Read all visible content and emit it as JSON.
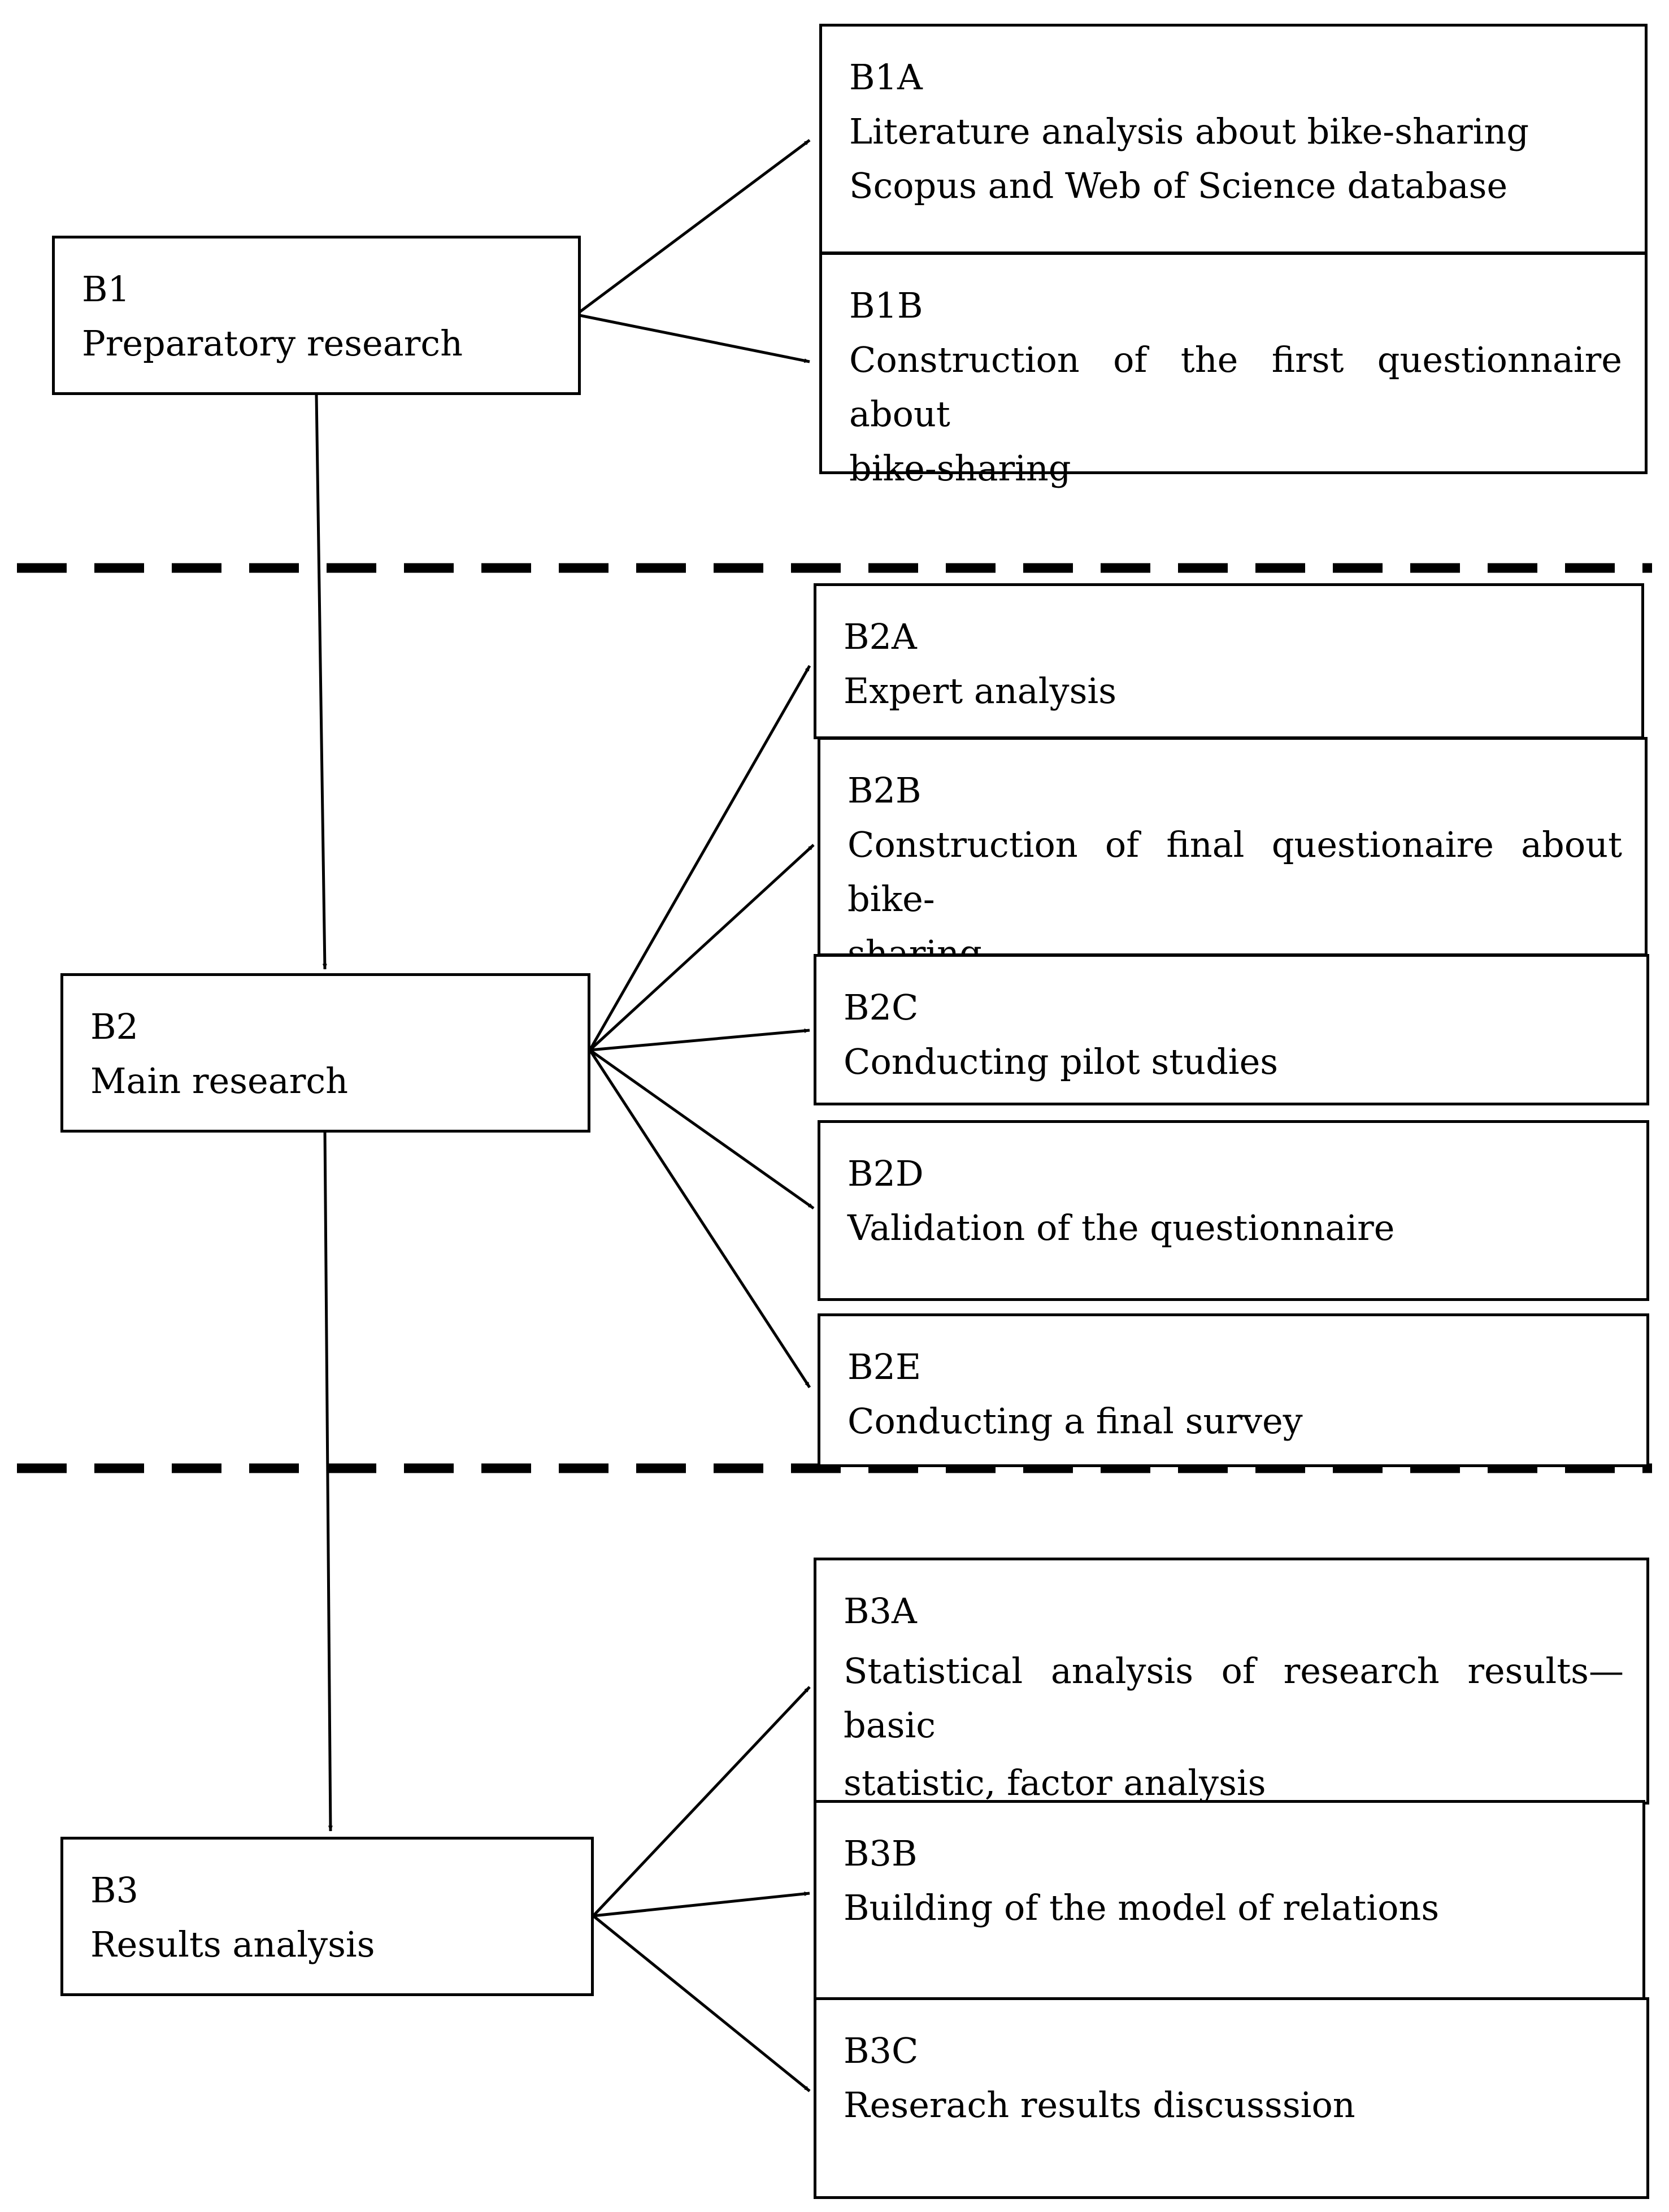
{
  "phases": [
    {
      "main": {
        "code": "B1",
        "title": "Preparatory research"
      },
      "steps": [
        {
          "code": "B1A",
          "lines": [
            "Literature analysis about bike-sharing",
            "Scopus and Web of Science database"
          ]
        },
        {
          "code": "B1B",
          "lines": [
            "Construction of the first questionnaire about",
            "bike-sharing"
          ]
        }
      ]
    },
    {
      "main": {
        "code": "B2",
        "title": "Main research"
      },
      "steps": [
        {
          "code": "B2A",
          "lines": [
            "Expert analysis"
          ]
        },
        {
          "code": "B2B",
          "lines": [
            "Construction of final questionaire about bike-",
            "sharing"
          ]
        },
        {
          "code": "B2C",
          "lines": [
            "Conducting pilot studies"
          ]
        },
        {
          "code": "B2D",
          "lines": [
            "Validation of the questionnaire"
          ]
        },
        {
          "code": "B2E",
          "lines": [
            "Conducting a final survey"
          ]
        }
      ]
    },
    {
      "main": {
        "code": "B3",
        "title": "Results analysis"
      },
      "steps": [
        {
          "code": "B3A",
          "lines": [
            "Statistical analysis of research results—basic",
            "statistic, factor analysis"
          ]
        },
        {
          "code": "B3B",
          "lines": [
            "Building of the model of relations"
          ]
        },
        {
          "code": "B3C",
          "lines": [
            "Reserach results discusssion"
          ]
        }
      ]
    }
  ]
}
